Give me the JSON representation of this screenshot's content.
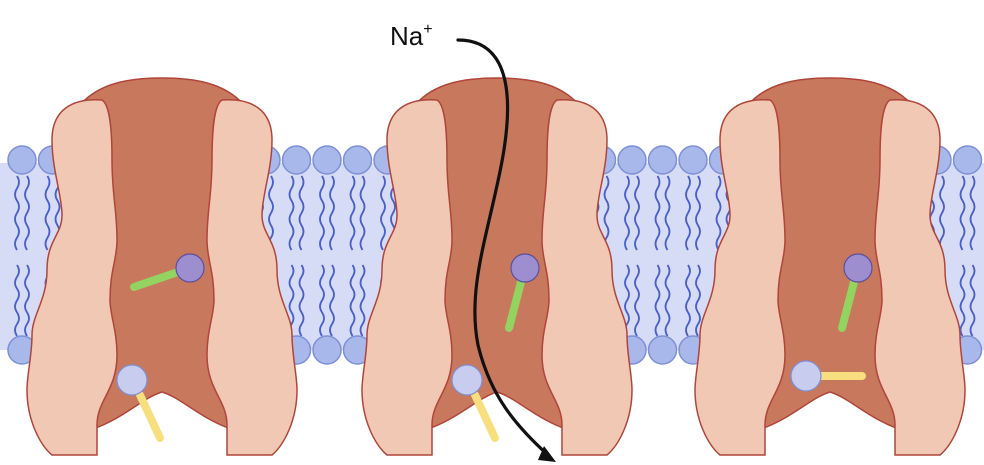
{
  "ion": {
    "label": "Na",
    "charge": "+"
  },
  "colors": {
    "background": "#ffffff",
    "lipid_band": "#d7dcf6",
    "lipid_head": "#a9b8ea",
    "lipid_head_stroke": "#7d8fd6",
    "lipid_tail": "#4a5fc7",
    "pore": "#c8785d",
    "subunit": "#f1c8b4",
    "outline": "#b0453a",
    "activation_gate": "#93d35f",
    "activation_knob": "#9d8ecf",
    "inactivation_gate": "#f7df7e",
    "inactivation_knob": "#c8cdf0",
    "arrow": "#111111"
  },
  "icons": {
    "membrane": "lipid-bilayer",
    "ion_path": "curved-arrow"
  },
  "channels": [
    {
      "state": "closed",
      "activation_gate": "closed",
      "inactivation_gate": "open"
    },
    {
      "state": "open",
      "activation_gate": "open",
      "inactivation_gate": "open"
    },
    {
      "state": "inactivated",
      "activation_gate": "open",
      "inactivation_gate": "closed"
    }
  ]
}
